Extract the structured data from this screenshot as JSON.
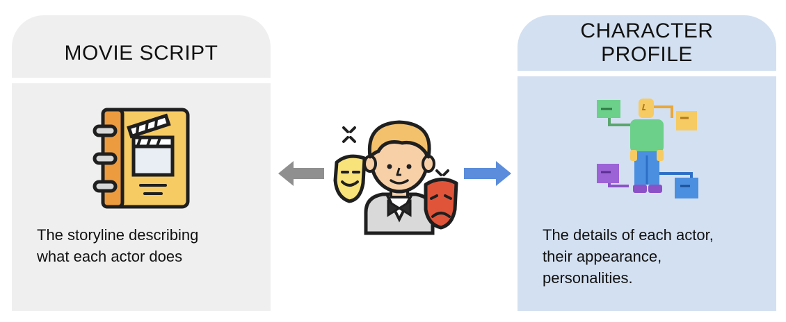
{
  "left_panel": {
    "title": "MOVIE SCRIPT",
    "description": "The storyline describing\nwhat each actor does",
    "icon": "script-notebook-icon"
  },
  "right_panel": {
    "title": "CHARACTER\nPROFILE",
    "description": "The details of each actor,\ntheir appearance,\npersonalities.",
    "icon": "character-profile-icon"
  },
  "center": {
    "icon": "actor-with-masks-icon"
  },
  "arrows": {
    "left_color": "#8f8f8f",
    "right_color": "#5b8ddc"
  },
  "colors": {
    "left_panel_bg": "#efefef",
    "right_panel_bg": "#d3e0f1"
  }
}
